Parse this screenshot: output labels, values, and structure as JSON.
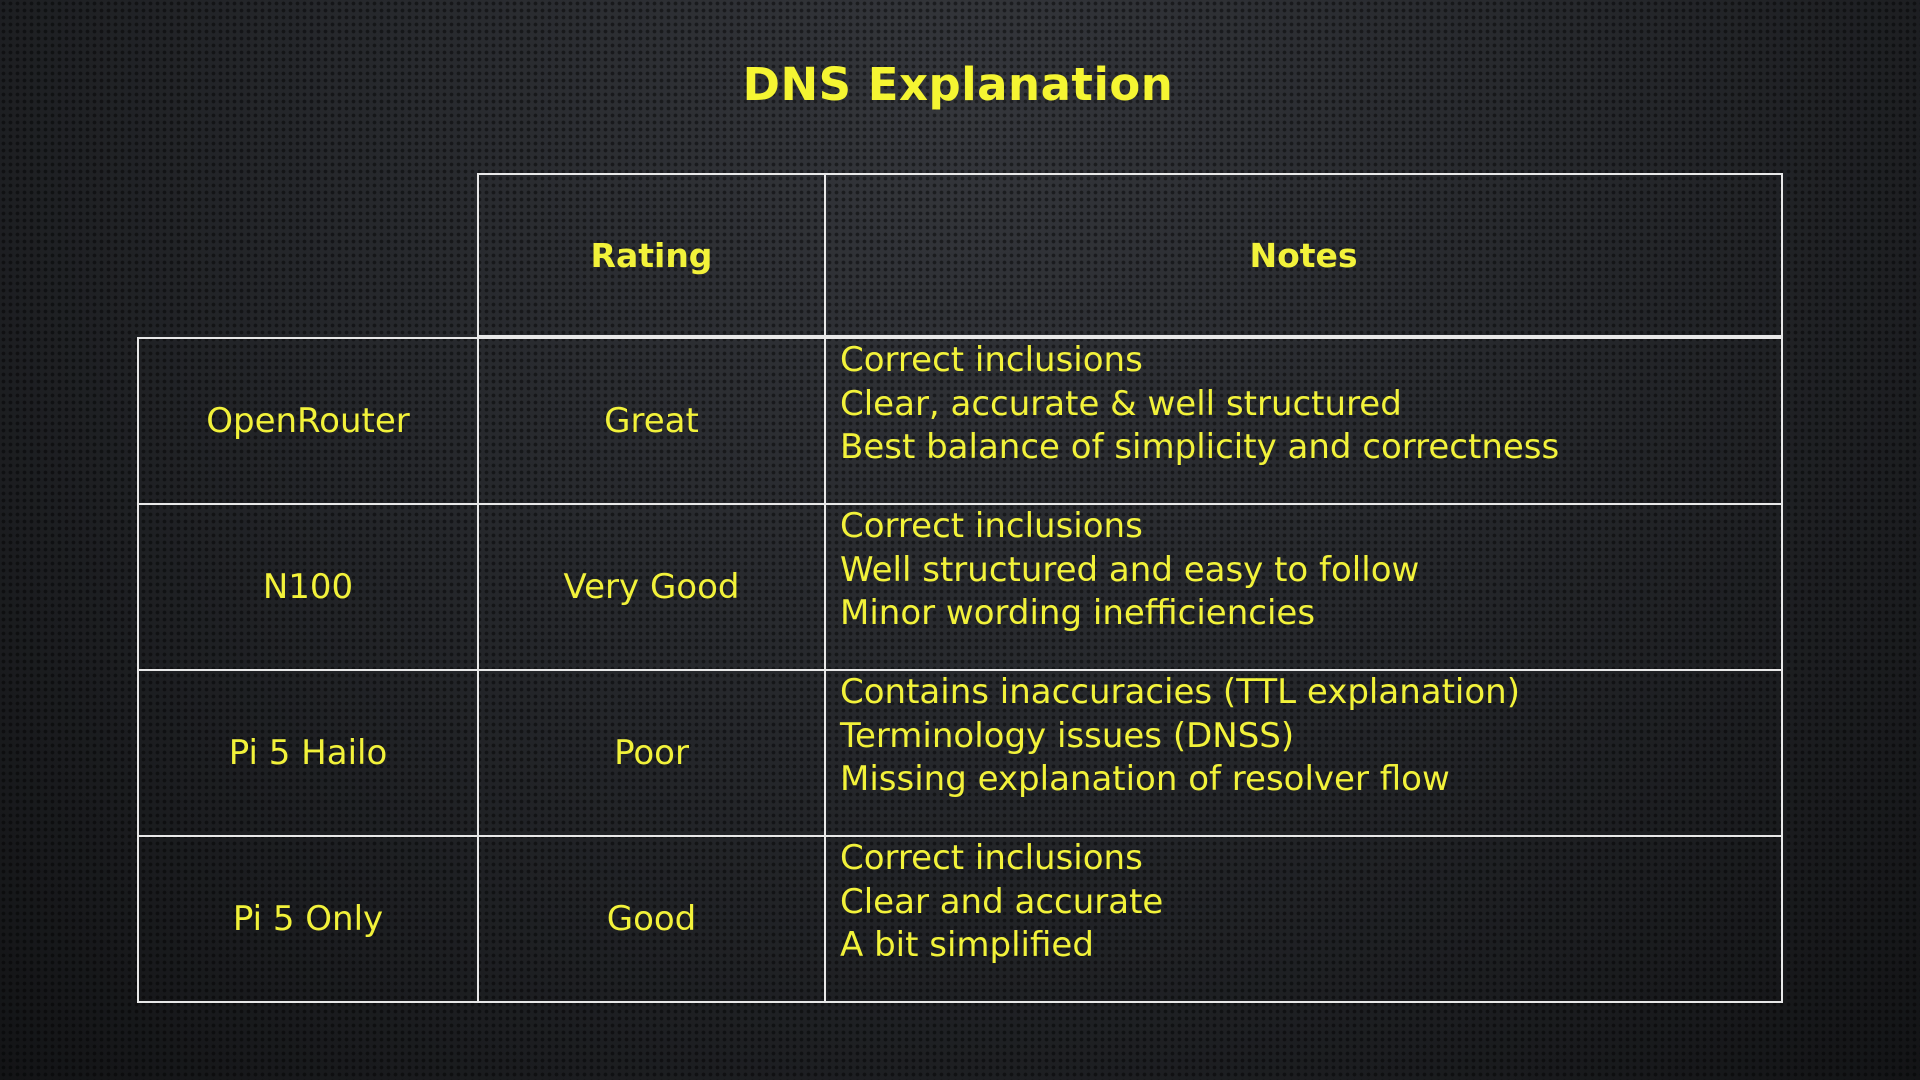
{
  "title": "DNS Explanation",
  "headers": {
    "rating": "Rating",
    "notes": "Notes"
  },
  "rows": [
    {
      "name": "OpenRouter",
      "rating": "Great",
      "notes": [
        "Correct inclusions",
        "Clear, accurate & well structured",
        "Best balance of simplicity and correctness"
      ]
    },
    {
      "name": "N100",
      "rating": "Very Good",
      "notes": [
        "Correct inclusions",
        "Well structured and easy to follow",
        "Minor wording inefficiencies"
      ]
    },
    {
      "name": "Pi 5 Hailo",
      "rating": "Poor",
      "notes": [
        "Contains inaccuracies (TTL explanation)",
        "Terminology issues (DNSS)",
        "Missing explanation of resolver flow"
      ]
    },
    {
      "name": "Pi 5 Only",
      "rating": "Good",
      "notes": [
        "Correct inclusions",
        "Clear and accurate",
        "A bit simplified"
      ]
    }
  ],
  "colors": {
    "text": "#f2f23a",
    "border": "#e8e8e8"
  }
}
